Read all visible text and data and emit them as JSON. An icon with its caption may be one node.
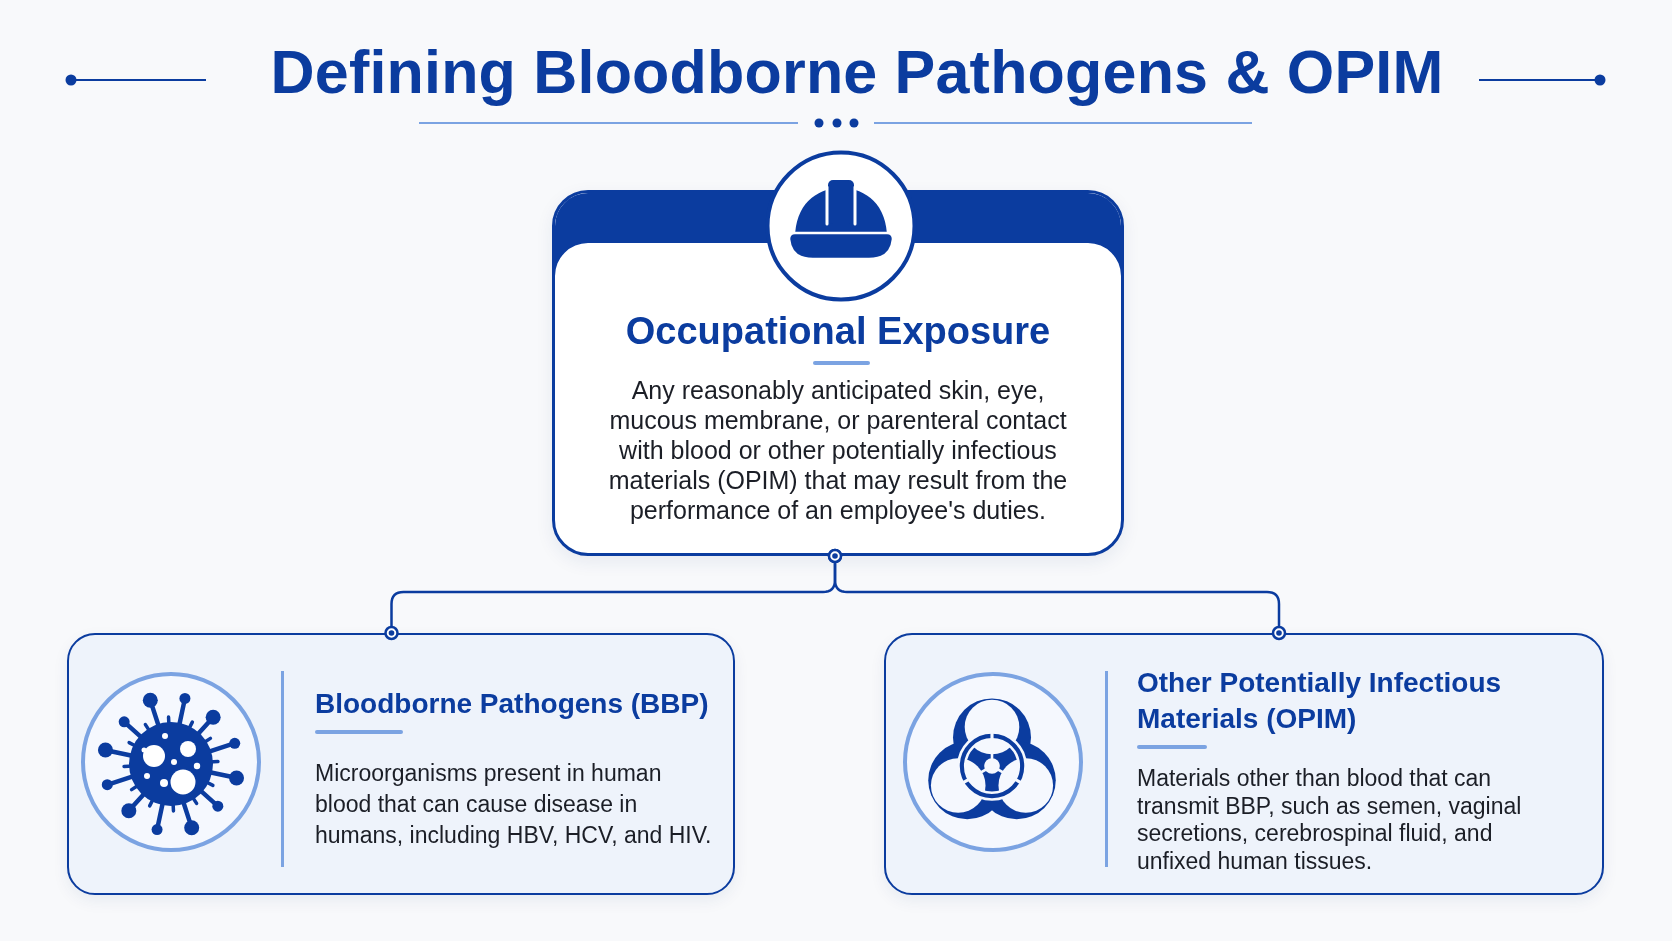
{
  "diagram": {
    "title": "Defining Bloodborne Pathogens & OPIM",
    "nodes": [
      {
        "text": [
          "Occupational Exposure",
          "Any reasonably anticipated skin, eye, mucous membrane, or parenteral contact with blood or other potentially infectious materials (OPIM) that may result from the performance of an employee's duties."
        ]
      },
      {
        "text": [
          "Bloodborne Pathogens (BBP)",
          "Microorganisms present in human blood that can cause disease in humans, including HBV, HCV, and HIV."
        ]
      },
      {
        "text": [
          "Other Potentially Infectious Materials (OPIM)",
          "Materials other than blood that can transmit BBP, such as semen, vaginal secretions, cerebrospinal fluid, and unfixed human tissues."
        ]
      }
    ],
    "edges": [
      {
        "from": 0,
        "to": 1,
        "arrow": "other"
      },
      {
        "from": 0,
        "to": 2,
        "arrow": "other"
      }
    ]
  }
}
